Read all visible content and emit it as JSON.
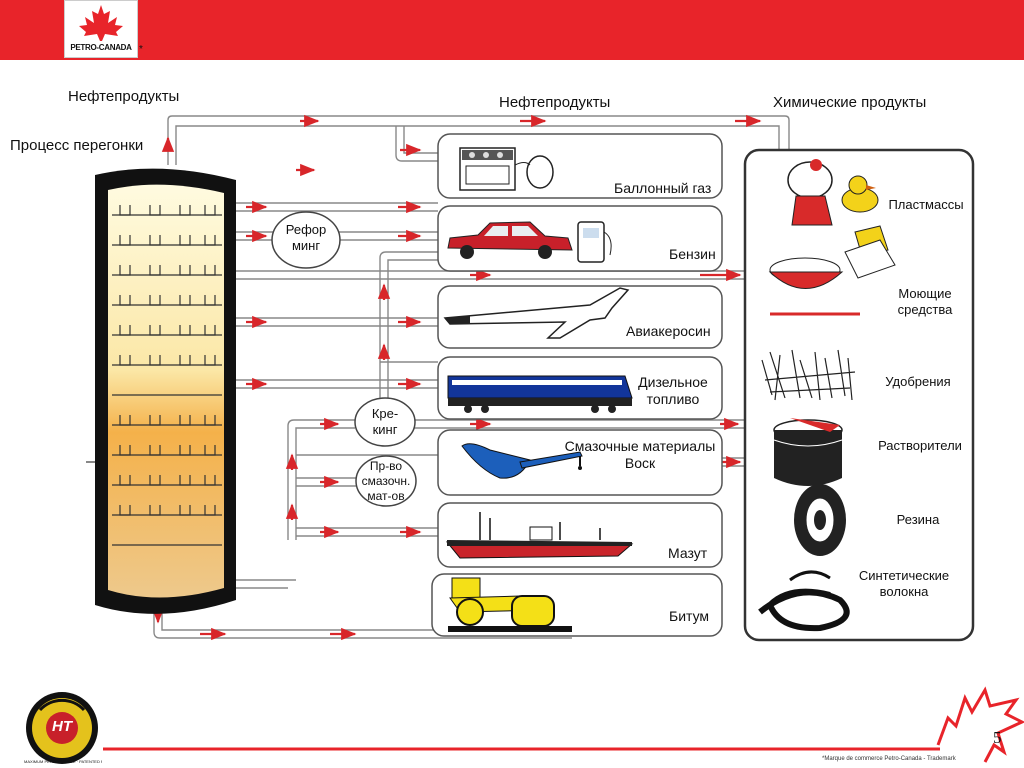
{
  "header": {
    "brand": "PETRO-CANADA",
    "brand_mark": "*",
    "brand_color": "#e8242a"
  },
  "diagram": {
    "heading_left_top": "Нефтепродукты",
    "heading_left": "Процесс перегонки",
    "heading_center": "Нефтепродукты",
    "heading_right": "Химические продукты",
    "processes": {
      "reforming": "Рефор\nминг",
      "cracking": "Кре-\nкинг",
      "lubricants_production": "Пр-во\nсмазочн.\nмат-ов"
    },
    "products": [
      {
        "key": "lpg",
        "label": "Баллонный газ",
        "icon": "gas-stove-icon"
      },
      {
        "key": "gasoline",
        "label": "Бензин",
        "icon": "car-icon"
      },
      {
        "key": "jet_fuel",
        "label": "Авиакеросин",
        "icon": "airplane-icon"
      },
      {
        "key": "diesel",
        "label": "Дизельное\nтопливо",
        "icon": "locomotive-icon"
      },
      {
        "key": "lubricants",
        "label": "Смазочные материалы\nВоск",
        "icon": "oil-can-icon"
      },
      {
        "key": "fuel_oil",
        "label": "Мазут",
        "icon": "ship-icon"
      },
      {
        "key": "bitumen",
        "label": "Битум",
        "icon": "road-roller-icon"
      }
    ],
    "chemicals": [
      {
        "key": "plastics",
        "label": "Пластмассы",
        "icon": "toys-icon"
      },
      {
        "key": "detergents",
        "label": "Моющие\nсредства",
        "icon": "detergent-icon"
      },
      {
        "key": "fertilizers",
        "label": "Удобрения",
        "icon": "fertilizer-icon"
      },
      {
        "key": "solvents",
        "label": "Растворители",
        "icon": "paint-can-icon"
      },
      {
        "key": "rubber",
        "label": "Резина",
        "icon": "tire-icon"
      },
      {
        "key": "synthetic_fibers",
        "label": "Синтетические\nволокна",
        "icon": "fiber-coil-icon"
      }
    ],
    "arrow_color": "#d8262a"
  },
  "footer": {
    "badge_text": "MAXIMUM PERFORMANCE · PATENTED PURITY PROCESS",
    "badge_center": "HT",
    "trademark": "*Marque de commerce Petro-Canada - Trademark",
    "page_number": "5"
  }
}
